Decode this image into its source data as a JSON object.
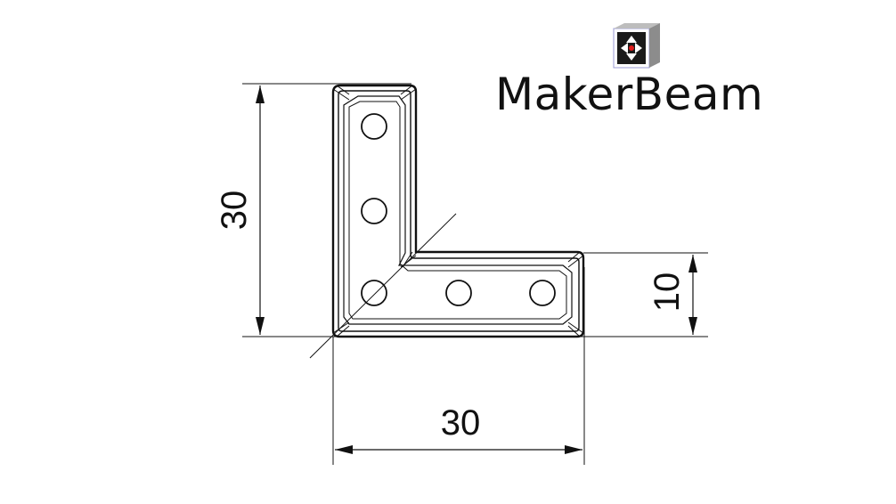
{
  "drawing": {
    "dimensions": {
      "overall_height": "30",
      "overall_width": "30",
      "leg_width": "10"
    },
    "hole_count": 5
  },
  "brand": {
    "wordmark": "MakerBeam",
    "logo_icon": "makerbeam-cube-logo-icon",
    "accent_color": "#e01b1b"
  },
  "colors": {
    "line": "#111111",
    "background": "#ffffff"
  }
}
